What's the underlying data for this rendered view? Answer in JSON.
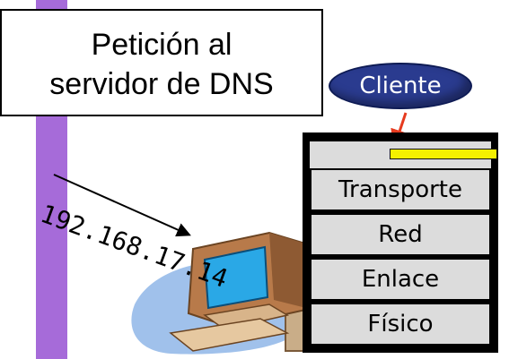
{
  "callout": {
    "line1": "Petición al",
    "line2": "servidor de DNS"
  },
  "client": {
    "label": "Cliente"
  },
  "ip_address": "192.168.17.14",
  "stack": {
    "layers": [
      "Transporte",
      "Red",
      "Enlace",
      "Físico"
    ]
  },
  "colors": {
    "accent_purple": "#a66bd9",
    "bubble_blue": "#2a3b8f",
    "arrow_red": "#e63a1e",
    "yellow_bar": "#f4f000",
    "layer_gray": "#dcdcdc"
  },
  "icons": {
    "computer": "desktop-computer-icon"
  }
}
